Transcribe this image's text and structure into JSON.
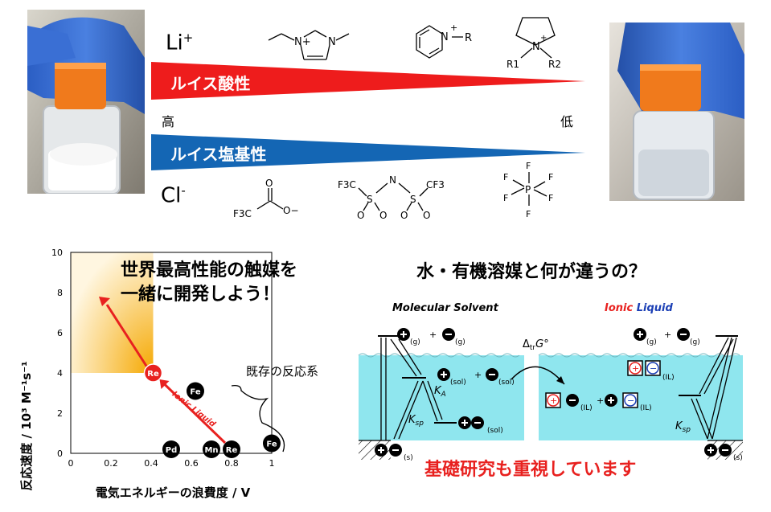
{
  "top": {
    "li_label": "Li",
    "li_sup": "+",
    "cl_label": "Cl",
    "cl_sup": "-",
    "lewis_acid": "ルイス酸性",
    "lewis_base": "ルイス塩基性",
    "high": "高",
    "low": "低",
    "cations": {
      "imidazolium_n": "N",
      "imidazolium_np": "N+",
      "pyridinium_n": "N",
      "pyridinium_r": "R",
      "pyrrolidinium_n": "N",
      "pyrrolidinium_r1": "R1",
      "pyrrolidinium_r2": "R2"
    },
    "anions": {
      "tfa_o": "O",
      "tfa_f3c": "F3C",
      "tfa_ominus": "O−",
      "tfsi_f3c": "F3C",
      "tfsi_s1": "S",
      "tfsi_n": "N",
      "tfsi_s2": "S",
      "tfsi_cf3": "CF3",
      "tfsi_o": "O",
      "pf6_p": "P",
      "pf6_f": "F"
    },
    "colors": {
      "red": "#ee1c1c",
      "blue": "#1466b4"
    }
  },
  "chart_data": {
    "type": "scatter",
    "xlabel": "電気エネルギーの浪費度 / V",
    "ylabel": "反応速度 / 10³ M⁻¹s⁻¹",
    "xlim": [
      0,
      1
    ],
    "ylim": [
      0,
      10
    ],
    "xticks": [
      "0",
      "0.2",
      "0.4",
      "0.6",
      "0.8",
      "1"
    ],
    "yticks": [
      "0",
      "2",
      "4",
      "6",
      "8",
      "10"
    ],
    "points": [
      {
        "label": "Pd",
        "x": 0.5,
        "y": 0.2,
        "color": "#000"
      },
      {
        "label": "Mn",
        "x": 0.7,
        "y": 0.2,
        "color": "#000"
      },
      {
        "label": "Re",
        "x": 0.8,
        "y": 0.2,
        "color": "#000"
      },
      {
        "label": "Fe",
        "x": 0.62,
        "y": 3.1,
        "color": "#000"
      },
      {
        "label": "Fe",
        "x": 1.0,
        "y": 0.5,
        "color": "#000"
      },
      {
        "label": "Re",
        "x": 0.41,
        "y": 4.0,
        "color": "#e8211f"
      }
    ],
    "arrow_label": "Ionic Liquid",
    "bracket_label": "既存の反応系"
  },
  "headline_left": [
    "世界最高性能の触媒を",
    "一緒に開発しよう！"
  ],
  "right": {
    "title": "水・有機溶媒と何が違うの？",
    "molecular": "Molecular Solvent",
    "ionic_word": "Ionic",
    "liquid_word": "Liquid",
    "gsub": "(g)",
    "solsub": "(sol)",
    "ilsub": "(IL)",
    "ssub": "(s)",
    "ka": "K",
    "ka_sub": "A",
    "ksp": "K",
    "ksp_sub": "sp",
    "delta": "Δ",
    "delta_sub": "tr",
    "delta_g": "G°",
    "plus": "+",
    "footer": "基礎研究も重視しています"
  }
}
